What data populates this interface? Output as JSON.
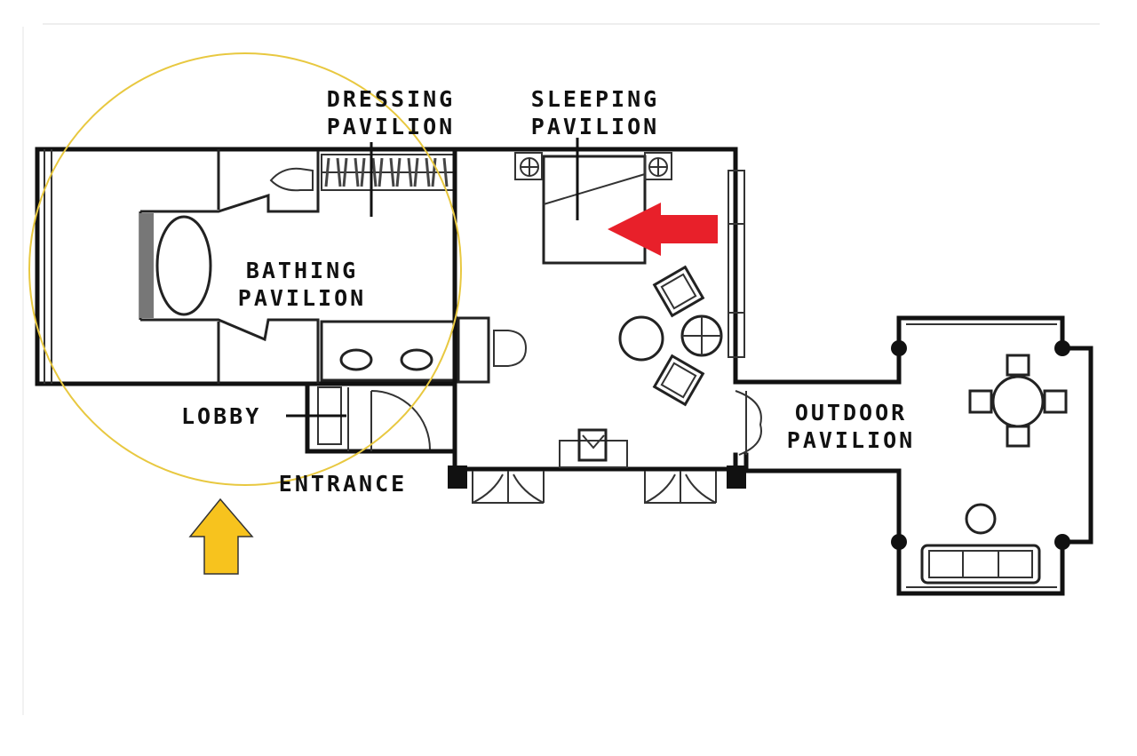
{
  "labels": {
    "dressing_line1": "DRESSING",
    "dressing_line2": "PAVILION",
    "sleeping_line1": "SLEEPING",
    "sleeping_line2": "PAVILION",
    "bathing_line1": "BATHING",
    "bathing_line2": "PAVILION",
    "lobby": "LOBBY",
    "entrance": "ENTRANCE",
    "outdoor_line1": "OUTDOOR",
    "outdoor_line2": "PAVILION"
  },
  "markers": {
    "highlight_circle_color": "#e8c840",
    "red_arrow_color": "#e8202a",
    "yellow_arrow_color": "#f7c31e"
  }
}
